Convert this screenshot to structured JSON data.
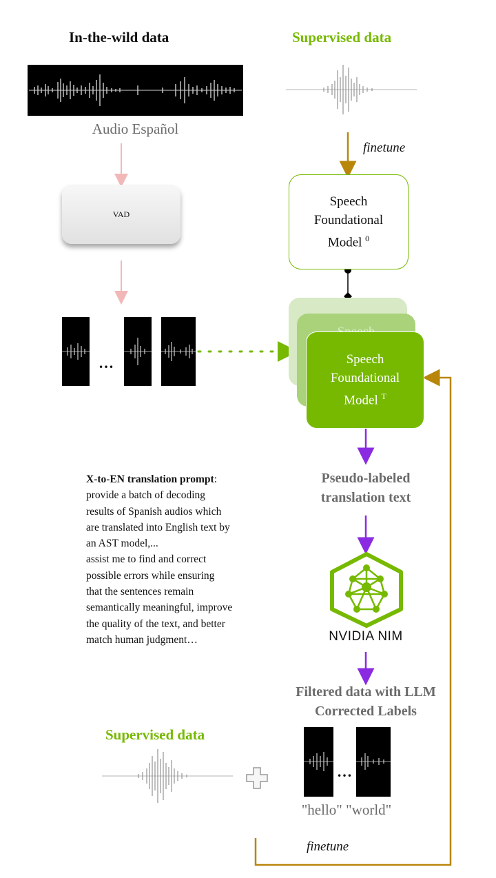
{
  "left": {
    "title": "In-the-wild data",
    "audio_label": "Audio Español",
    "vad_label": "VAD",
    "ellipsis": "…"
  },
  "right": {
    "title": "Supervised data",
    "finetune_top": "finetune",
    "model0": {
      "line1": "Speech",
      "line2": "Foundational",
      "line3": "Model",
      "sup": "0"
    },
    "modelT": {
      "line1": "Speech",
      "line2": "Foundational",
      "line3": "Model",
      "sup": "T"
    },
    "stack_hint": "Speech",
    "pseudo_label": {
      "line1": "Pseudo-labeled",
      "line2": "translation text"
    },
    "nim_label": "NVIDIA NIM",
    "filtered": {
      "line1": "Filtered data with LLM",
      "line2": "Corrected Labels"
    },
    "ellipsis": "…",
    "words": "\"hello\" \"world\""
  },
  "prompt": {
    "heading": "X-to-EN translation prompt",
    "colon": ":",
    "lines": [
      "provide a batch of decoding",
      "results of Spanish audios which",
      "are translated into English text by",
      "an AST model,...",
      "assist me to find and correct",
      "possible errors while ensuring",
      "that the sentences remain",
      "semantically meaningful, improve",
      "the quality of the text, and better",
      "match human judgment…"
    ]
  },
  "bottom": {
    "title": "Supervised data",
    "plus": "+",
    "finetune": "finetune"
  },
  "colors": {
    "nvidia_green": "#76b900",
    "gold_arrow": "#b8860b",
    "pink_arrow": "#f2b8b8",
    "purple_arrow": "#8a2be2"
  }
}
